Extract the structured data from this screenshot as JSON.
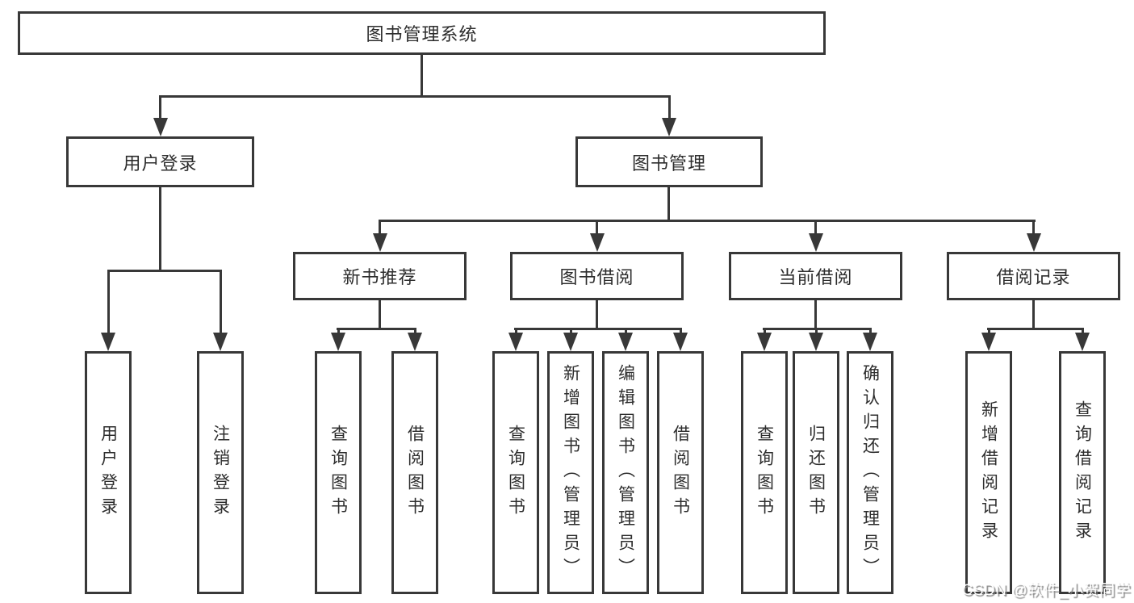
{
  "diagram": {
    "root": {
      "label": "图书管理系统"
    },
    "level2": [
      {
        "id": "user-login",
        "label": "用户登录"
      },
      {
        "id": "book-management",
        "label": "图书管理"
      }
    ],
    "level3": [
      {
        "id": "new-book-recommend",
        "label": "新书推荐",
        "parent": "图书管理"
      },
      {
        "id": "book-borrow",
        "label": "图书借阅",
        "parent": "图书管理"
      },
      {
        "id": "current-borrow",
        "label": "当前借阅",
        "parent": "图书管理"
      },
      {
        "id": "borrow-record",
        "label": "借阅记录",
        "parent": "图书管理"
      }
    ],
    "leaves": [
      {
        "group": "用户登录",
        "label": "用户登录"
      },
      {
        "group": "用户登录",
        "label": "注销登录"
      },
      {
        "group": "新书推荐",
        "label": "查询图书"
      },
      {
        "group": "新书推荐",
        "label": "借阅图书"
      },
      {
        "group": "图书借阅",
        "label": "查询图书"
      },
      {
        "group": "图书借阅",
        "label": "新增图书（管理员）"
      },
      {
        "group": "图书借阅",
        "label": "编辑图书（管理员）"
      },
      {
        "group": "图书借阅",
        "label": "借阅图书"
      },
      {
        "group": "当前借阅",
        "label": "查询图书"
      },
      {
        "group": "当前借阅",
        "label": "归还图书"
      },
      {
        "group": "当前借阅",
        "label": "确认归还（管理员）"
      },
      {
        "group": "借阅记录",
        "label": "新增借阅记录"
      },
      {
        "group": "借阅记录",
        "label": "查询借阅记录"
      }
    ],
    "watermark": "CSDN @软件_小贺同学"
  },
  "colors": {
    "line": "#383838",
    "text": "#2d2d2d",
    "background": "#ffffff",
    "watermark_text": "#ffffff"
  }
}
